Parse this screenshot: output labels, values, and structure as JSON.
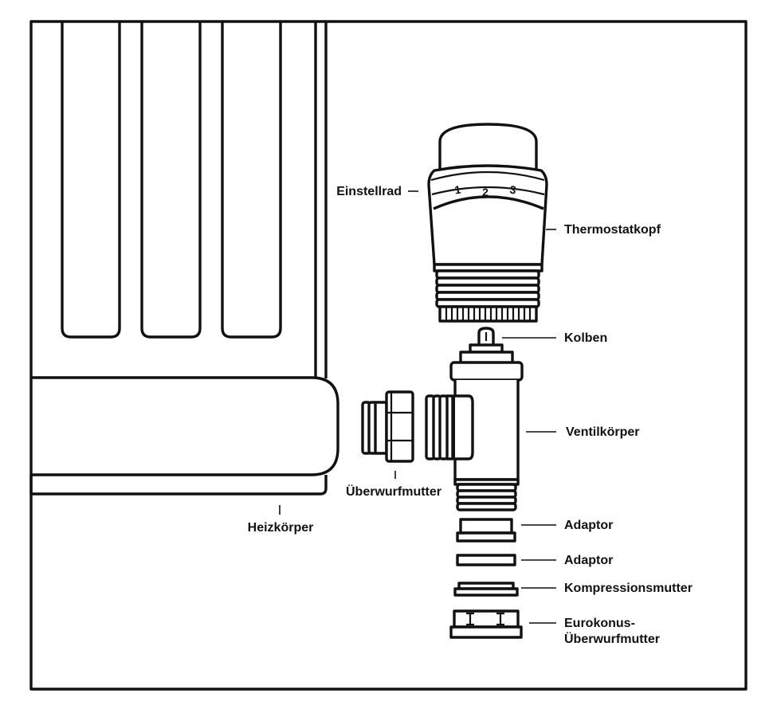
{
  "labels": {
    "einstellrad": "Einstellrad",
    "thermostatkopf": "Thermostatkopf",
    "kolben": "Kolben",
    "ventilkoerper": "Ventilkörper",
    "ueberwurfmutter": "Überwurfmutter",
    "heizkoerper": "Heizkörper",
    "adaptor_1": "Adaptor",
    "adaptor_2": "Adaptor",
    "kompressionsmutter": "Kompressionsmutter",
    "eurokonus_line1": "Eurokonus-",
    "eurokonus_line2": "Überwurfmutter"
  },
  "dial_numbers": [
    "1",
    "2",
    "3"
  ]
}
